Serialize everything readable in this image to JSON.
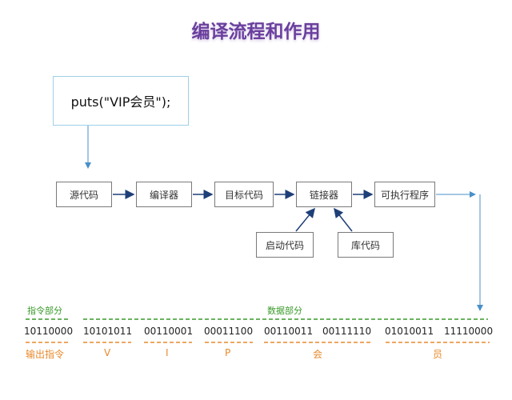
{
  "title": "编译流程和作用",
  "code": "puts(\"VIP会员\");",
  "nodes": {
    "source": "源代码",
    "compiler": "编译器",
    "object": "目标代码",
    "linker": "链接器",
    "exe": "可执行程序",
    "startup": "启动代码",
    "library": "库代码"
  },
  "sections": {
    "instruction": "指令部分",
    "data": "数据部分"
  },
  "binary": {
    "instruction": "10110000",
    "data": [
      "10101011",
      "00110001",
      "00011100",
      "00110011",
      "00111110",
      "01010011",
      "11110000"
    ]
  },
  "output_labels": {
    "instruction": "输出指令",
    "v": "V",
    "i": "I",
    "p": "P",
    "hui": "会",
    "yuan": "员"
  },
  "colors": {
    "title": "#6a3f9e",
    "arrow": "#1f3f78",
    "blue_arrow": "#4a90c8",
    "green": "#3a9a2a",
    "orange": "#e8892b"
  }
}
